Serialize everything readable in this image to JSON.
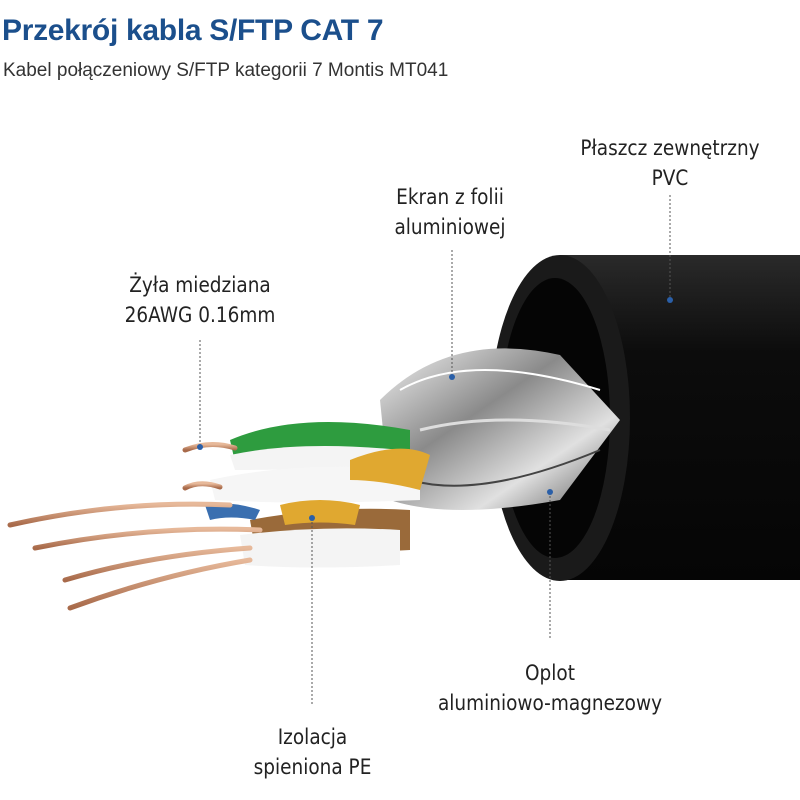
{
  "header": {
    "title": "Przekrój kabla S/FTP CAT 7",
    "subtitle": "Kabel połączeniowy S/FTP kategorii 7 Montis MT041"
  },
  "labels": {
    "jacket": {
      "line1": "Płaszcz zewnętrzny",
      "line2": "PVC"
    },
    "foil": {
      "line1": "Ekran z folii",
      "line2": "aluminiowej"
    },
    "conductor": {
      "line1": "Żyła miedziana",
      "line2": "26AWG 0.16mm"
    },
    "braid": {
      "line1": "Oplot",
      "line2": "aluminiowo-magnezowy"
    },
    "insulation": {
      "line1": "Izolacja",
      "line2": "spieniona PE"
    }
  },
  "colors": {
    "title": "#1b4f8c",
    "leader": "#2a5fa8",
    "jacket": "#111111"
  }
}
